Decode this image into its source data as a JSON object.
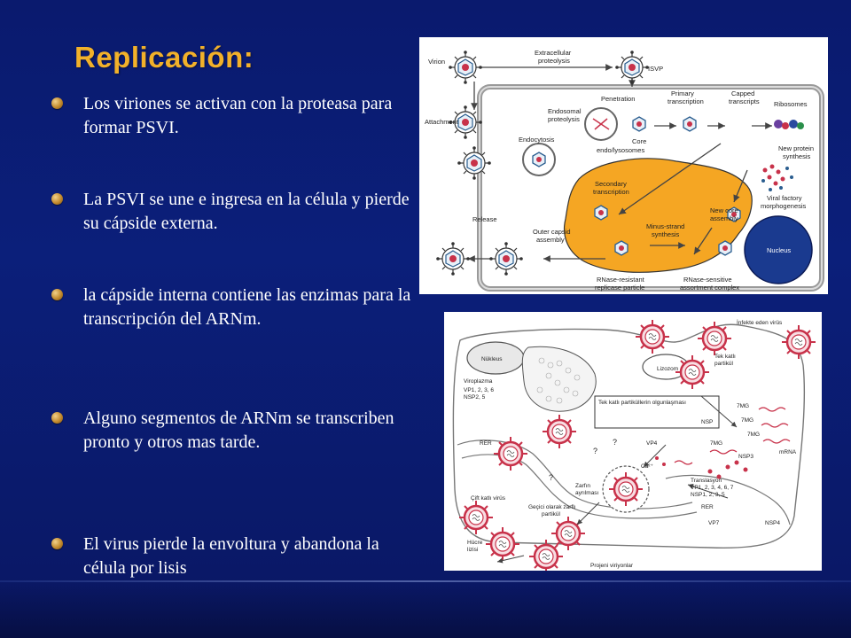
{
  "slide": {
    "title": "Replicación:",
    "bullets": [
      "Los viriones se activan con la proteasa para formar PSVI.",
      "La PSVI se une e ingresa en la célula y pierde su cápside externa.",
      " la cápside interna contiene las enzimas para la transcripción del ARNm.",
      "Alguno segmentos de ARNm se transcriben pronto y otros mas tarde.",
      "El virus pierde la envoltura y abandona la célula por lisis"
    ]
  },
  "figure_top": {
    "labels": {
      "virion": "Virion",
      "extracellular": "Extracellular",
      "proteolysis": "proteolysis",
      "isvp": "ISVP",
      "attachment": "Attachment",
      "penetration": "Penetration",
      "primary": "Primary",
      "transcription": "transcription",
      "capped": "Capped",
      "transcripts": "transcripts",
      "ribosomes": "Ribosomes",
      "endosomal": "Endosomal",
      "endo_proteolysis": "proteolysis",
      "core": "Core",
      "endocytosis": "Endocytosis",
      "endo_lysosomes": "endo/lysosomes",
      "new_protein": "New protein",
      "synthesis": "synthesis",
      "secondary": "Secondary",
      "sec_transcription": "transcription",
      "viral_factory": "Viral factory",
      "morphogenesis": "morphogenesis",
      "release": "Release",
      "outer_capsid": "Outer capsid",
      "assembly": "assembly",
      "minus_strand": "Minus-strand",
      "minus_synthesis": "synthesis",
      "new_core": "New core",
      "new_core_assembly": "assembly",
      "nucleus": "Nucleus",
      "rnase_resistant": "RNase-resistant",
      "replicase_particle": "replicase particle",
      "rnase_sensitive": "RNase-sensitive",
      "assortment_complex": "assortment complex"
    }
  },
  "figure_bottom": {
    "labels": {
      "infekte": "İnfekte eden virüs",
      "nukleus": "Nükleus",
      "tek_katli": "Tek katlı",
      "partikul": "partikül",
      "lizozom": "Lizozom",
      "viroplazma": "Viroplazma",
      "vp_list": "VP1, 2, 3, 6",
      "nsp_list": "NSP2, 5",
      "tek_katli_olgun": "Tek katlı partiküllerin olgunlaşması",
      "nsp": "NSP",
      "mg1": "7MG",
      "mg2": "7MG",
      "mg3": "7MG",
      "mg4": "7MG",
      "rer": "RER",
      "vp4": "VP4",
      "nsp3": "NSP3",
      "mrna": "mRNA",
      "ca": "Ca²⁺",
      "translasyon": "Translasyon",
      "trans_vp": "VP1, 2, 3, 4, 6, 7",
      "trans_nsp": "NSP1, 2, 3, 5",
      "zarfin": "Zarfın",
      "ayrilmasi": "ayrılması",
      "cift_katli": "Çift katlı virüs",
      "rer2": "RER",
      "gecici1": "Geçici olarak zarflı",
      "gecici2": "partikül",
      "vp7": "VP7",
      "nsp4": "NSP4",
      "hucre": "Hücre",
      "lizisi": "lizisi",
      "projeni": "Projeni viriyonlar",
      "q1": "?",
      "q2": "?",
      "q3": "?"
    }
  },
  "colors": {
    "background": "#0b1f7a",
    "title": "#f2b12a",
    "text": "#ffffff",
    "factory": "#f5a623",
    "nucleus": "#1a3a8f",
    "virus_red": "#c8324a"
  }
}
